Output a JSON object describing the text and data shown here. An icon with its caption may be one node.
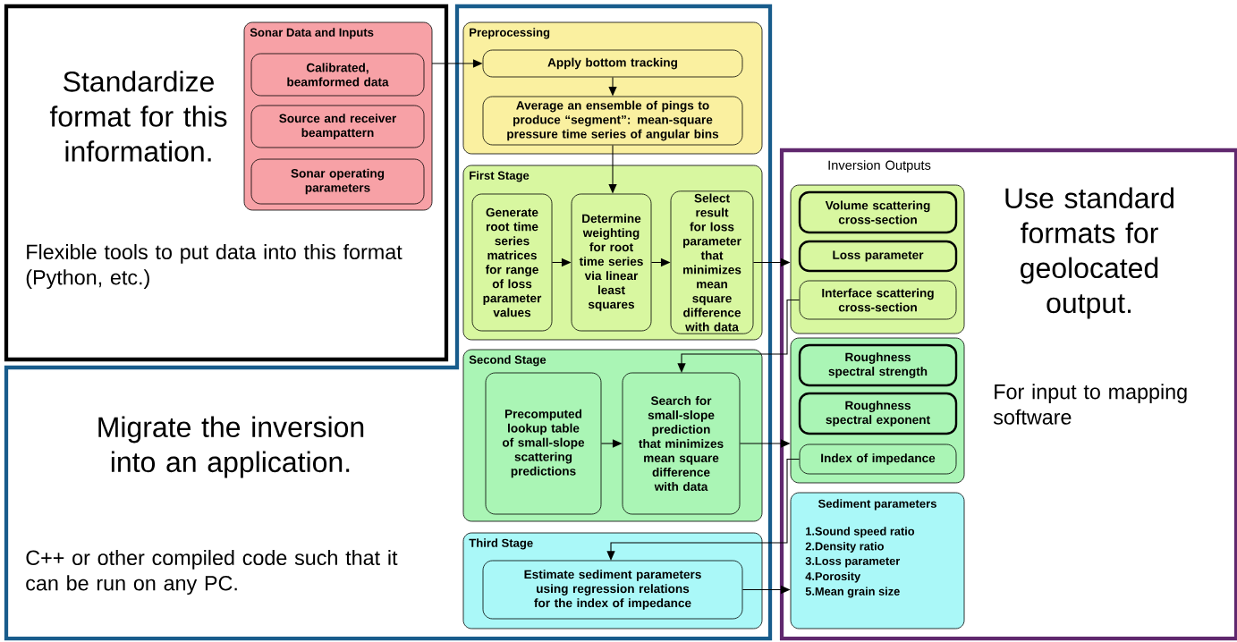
{
  "diagram": {
    "nodes": [
      {
        "text": [
          "Sonar Data and Inputs"
        ]
      },
      {
        "text": [
          "Calibrated, beamformed data"
        ],
        "in": 0
      },
      {
        "text": [
          "Source and receiver beampattern"
        ],
        "in": 0
      },
      {
        "text": [
          "Sonar operating parameters"
        ],
        "in": 0
      },
      {
        "text": [
          "Preprocessing"
        ]
      },
      {
        "text": [
          "Apply bottom tracking"
        ],
        "in": 4
      },
      {
        "text": [
          "Average an ensemble of pings to produce “segment”: mean-square pressure time series of angular bins"
        ],
        "in": 4
      },
      {
        "text": [
          "First Stage"
        ]
      },
      {
        "text": [
          "Generate root time series matrices for range of loss parameter values"
        ],
        "in": 7
      },
      {
        "text": [
          "Determine weighting for root time series via linear least squares"
        ],
        "in": 7
      },
      {
        "text": [
          "Select result for loss parameter that minimizes mean square difference with data"
        ],
        "in": 7
      },
      {
        "text": [
          "Second Stage"
        ]
      },
      {
        "text": [
          "Precomputed lookup table of small-slope scattering predictions"
        ],
        "in": 11
      },
      {
        "text": [
          "Search for small-slope prediction that minimizes mean square difference with data"
        ],
        "in": 11
      },
      {
        "text": [
          "Third Stage"
        ]
      },
      {
        "text": [
          "Estimate sediment parameters using regression relations for the index of impedance"
        ],
        "in": 14
      },
      {
        "text": [],
        "shape": "box"
      },
      {
        "text": [
          "Volume scattering cross-section"
        ],
        "in": 16
      },
      {
        "text": [
          "Loss parameter"
        ],
        "in": 16
      },
      {
        "text": [
          "Interface scattering cross-section"
        ],
        "in": 16
      },
      {
        "text": [],
        "shape": "box"
      },
      {
        "text": [
          "Roughness spectral strength"
        ],
        "in": 20
      },
      {
        "text": [
          "Roughness spectral exponent"
        ],
        "in": 20
      },
      {
        "text": [
          "Index of impedance"
        ],
        "in": 20
      },
      {
        "text": [
          "Sediment parameters",
          "1.Sound speed ratio",
          "2.Density ratio",
          "3.Loss parameter",
          "4.Porosity",
          "5.Mean grain size"
        ]
      }
    ],
    "edges": [
      {
        "from": 0,
        "to": 5,
        "arrow": "to"
      },
      {
        "from": 5,
        "to": 6,
        "arrow": "to"
      },
      {
        "from": 6,
        "to": 9,
        "arrow": "to"
      },
      {
        "from": 8,
        "to": 9,
        "arrow": "to"
      },
      {
        "from": 9,
        "to": 10,
        "arrow": "to"
      },
      {
        "from": 10,
        "to": 16,
        "arrow": "to"
      },
      {
        "from": 12,
        "to": 13,
        "arrow": "to"
      },
      {
        "from": 13,
        "to": 20,
        "arrow": "to"
      },
      {
        "from": 19,
        "to": 13,
        "arrow": "to"
      },
      {
        "from": 23,
        "to": 15,
        "arrow": "to"
      },
      {
        "from": 15,
        "to": 24,
        "arrow": "to"
      }
    ],
    "labels": [
      "Standardize format for this information.",
      "Flexible tools to put data into this format (Python, etc.)",
      "Inversion Outputs",
      "Use standard formats for geolocated output.",
      "For input to mapping software",
      "Migrate the inversion into an application.",
      "C++ or other compiled code such that it can be run on any PC."
    ]
  }
}
